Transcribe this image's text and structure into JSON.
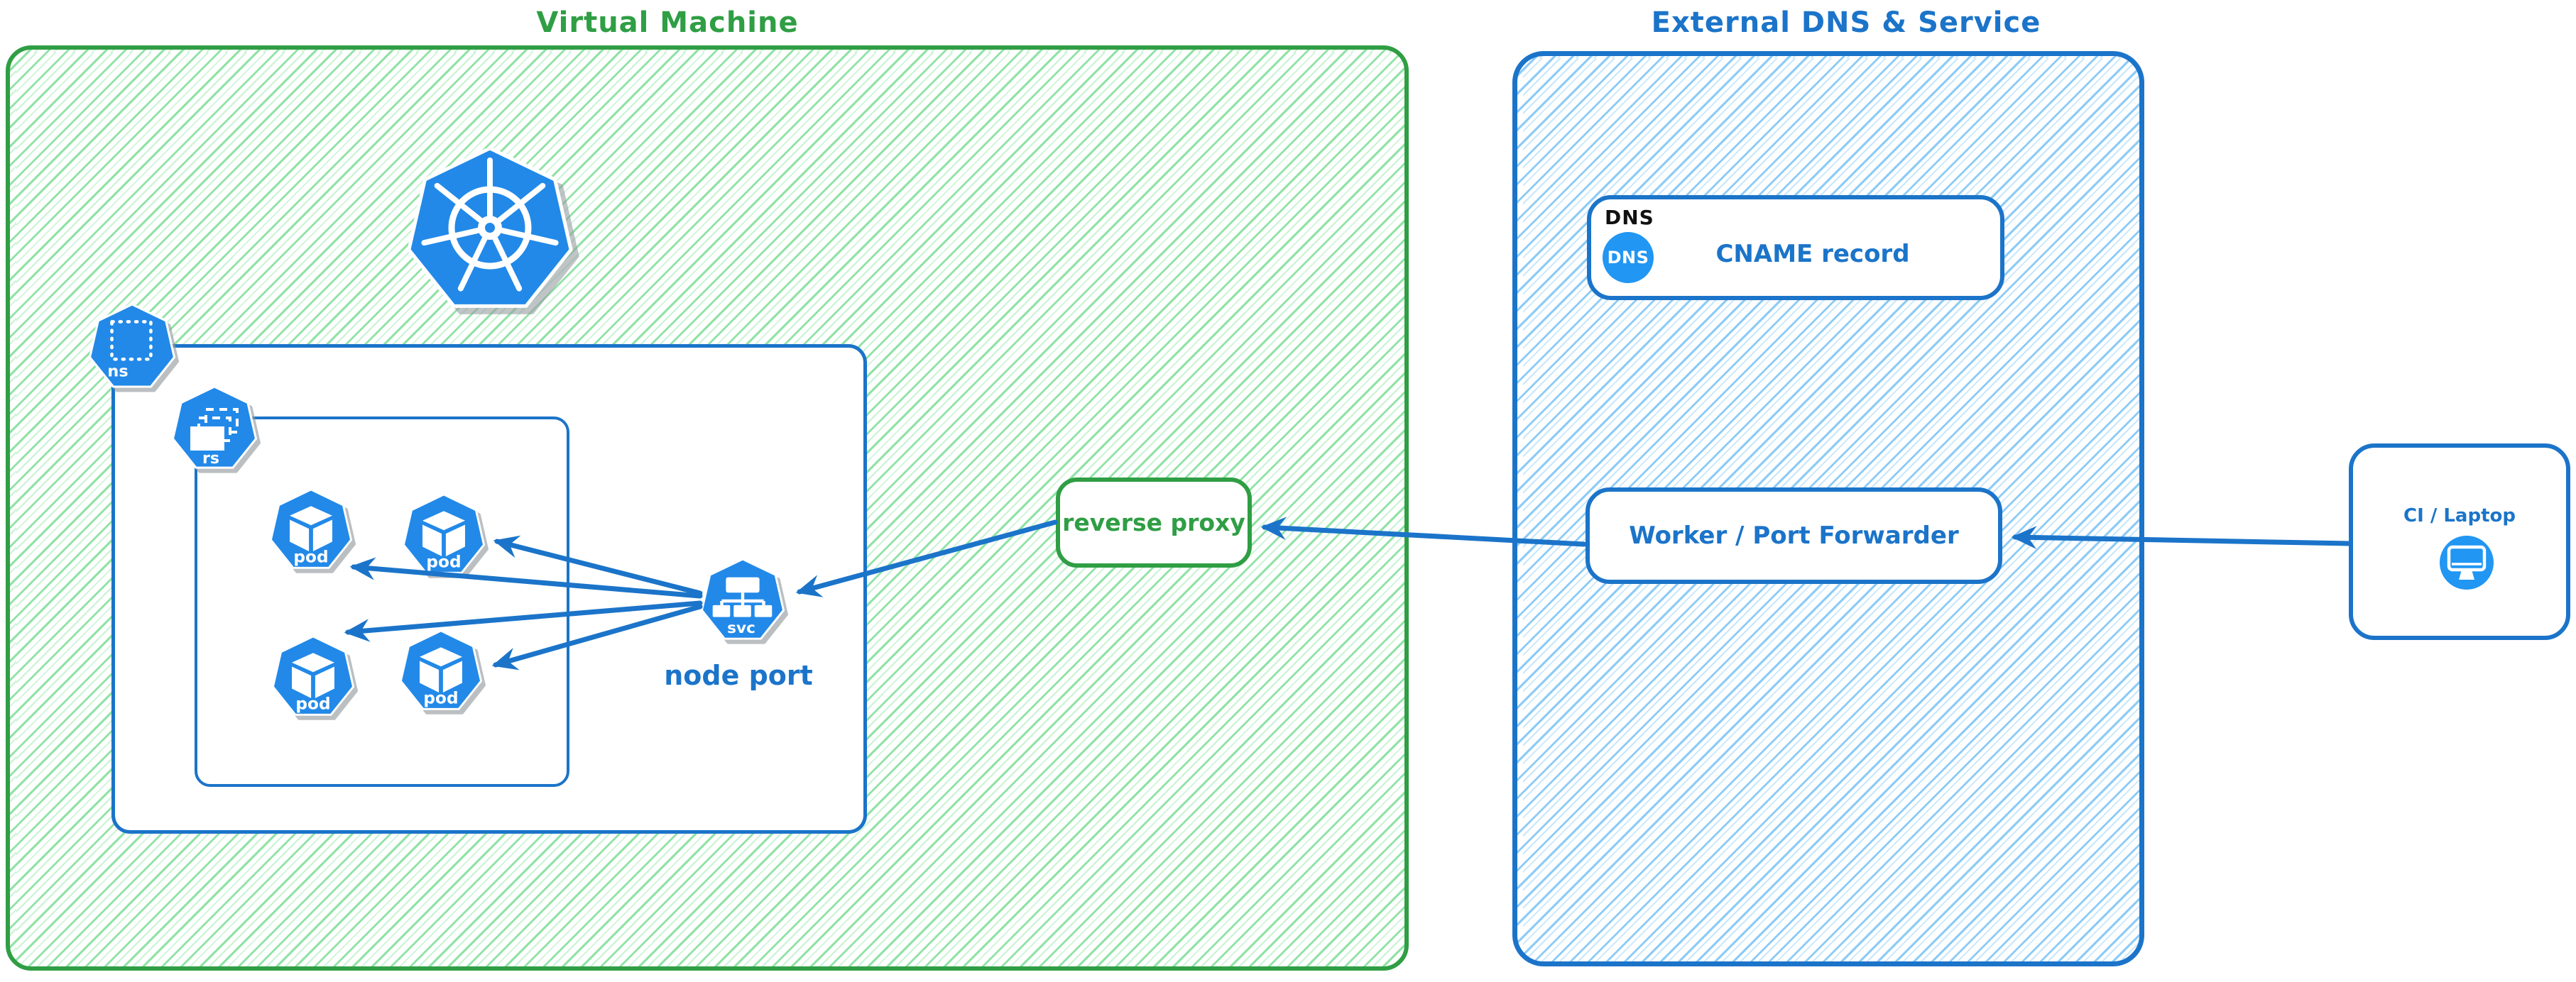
{
  "groups": {
    "vm": {
      "title": "Virtual Machine",
      "border_color": "#2f9e44",
      "hatch_color": "#8fe3a5"
    },
    "external": {
      "title": "External DNS & Service",
      "border_color": "#1b74c9",
      "hatch_color": "#8ccbf7"
    }
  },
  "nodes": {
    "kubernetes_logo": {
      "icon": "kubernetes-wheel-icon",
      "fill_color": "#2289e8"
    },
    "namespace": {
      "label": "ns",
      "icon": "namespace-icon"
    },
    "replicaset": {
      "label": "rs",
      "icon": "replicaset-icon"
    },
    "pods": [
      "pod",
      "pod",
      "pod",
      "pod"
    ],
    "service": {
      "label": "svc",
      "caption": "node port",
      "icon": "service-icon"
    },
    "reverse_proxy": {
      "label": "reverse proxy"
    },
    "dns": {
      "tag": "DNS",
      "badge": "DNS",
      "record": "CNAME record",
      "badge_color": "#2196f3"
    },
    "worker": {
      "label": "Worker / Port Forwarder"
    },
    "ci": {
      "label": "CI / Laptop",
      "icon": "monitor-icon",
      "badge_color": "#2196f3"
    }
  },
  "edges": [
    {
      "from": "ci_laptop",
      "to": "worker_port_forwarder",
      "direction": "left"
    },
    {
      "from": "worker_port_forwarder",
      "to": "reverse_proxy",
      "direction": "left"
    },
    {
      "from": "reverse_proxy",
      "to": "node_port_service",
      "direction": "left"
    },
    {
      "from": "node_port_service",
      "to": "pod_1",
      "direction": "left"
    },
    {
      "from": "node_port_service",
      "to": "pod_2",
      "direction": "left"
    },
    {
      "from": "node_port_service",
      "to": "pod_3",
      "direction": "left"
    },
    {
      "from": "node_port_service",
      "to": "pod_4",
      "direction": "left"
    }
  ],
  "colors": {
    "green_stroke": "#2f9e44",
    "green_hatch": "#8fe3a5",
    "blue_stroke": "#1b74c9",
    "blue_hatch": "#8ccbf7",
    "icon_blue": "#2289e8",
    "badge_blue": "#2196f3",
    "black_text": "#111111",
    "white": "#ffffff"
  }
}
